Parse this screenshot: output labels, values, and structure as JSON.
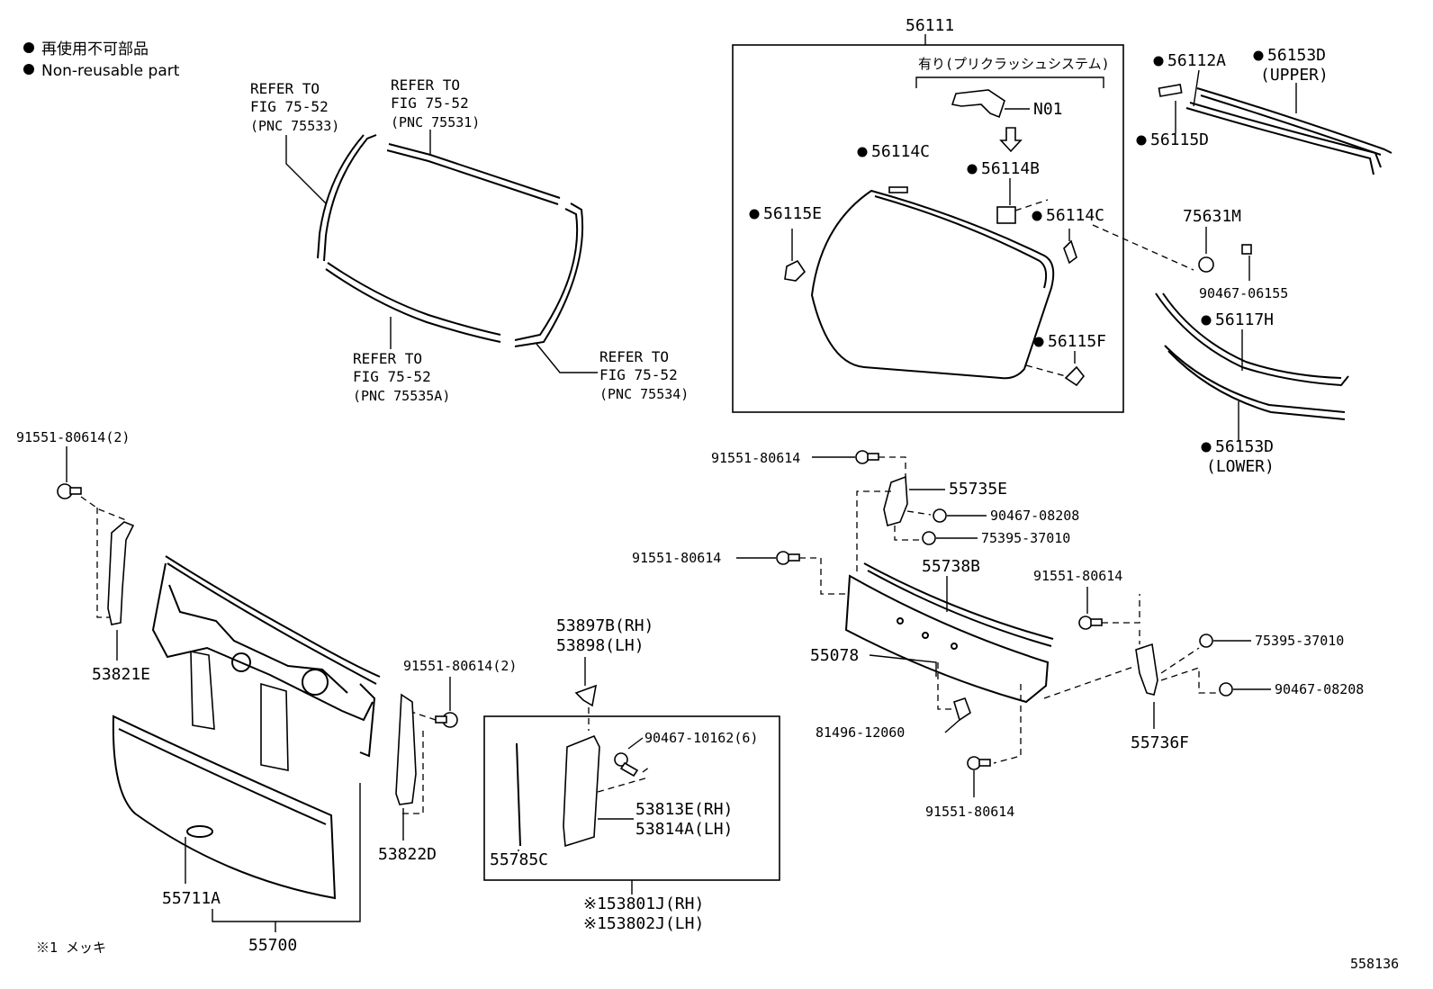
{
  "legend": {
    "line1": "再使用不可部品",
    "line2": "Non-reusable part"
  },
  "refs": {
    "r1": {
      "a": "REFER TO",
      "b": "FIG 75-52",
      "c": "(PNC 75533)"
    },
    "r2": {
      "a": "REFER TO",
      "b": "FIG 75-52",
      "c": "(PNC 75531)"
    },
    "r3": {
      "a": "REFER TO",
      "b": "FIG 75-52",
      "c": "(PNC 75535A)"
    },
    "r4": {
      "a": "REFER TO",
      "b": "FIG 75-52",
      "c": "(PNC 75534)"
    }
  },
  "windshield": {
    "group": "56111",
    "option_note": "有り(プリクラッシュシステム)",
    "n01": "N01",
    "p56114C_a": "56114C",
    "p56114B": "56114B",
    "p56115E": "56115E",
    "p56114C_b": "56114C",
    "p56115F": "56115F"
  },
  "moulding": {
    "p56112A": "56112A",
    "p56153D_upper": "56153D",
    "upper": "(UPPER)",
    "p56115D": "56115D",
    "p75631M": "75631M",
    "p90467_06155": "90467-06155",
    "p56117H": "56117H",
    "p56153D_lower": "56153D",
    "lower": "(LOWER)"
  },
  "cowl_left": {
    "bolt_2a": "91551-80614(2)",
    "p53821E": "53821E",
    "bolt_2b": "91551-80614(2)",
    "p53822D": "53822D",
    "p55711A": "55711A",
    "p55700": "55700"
  },
  "pillar": {
    "p53897B": "53897B(RH)",
    "p53898": "53898(LH)",
    "clip": "90467-10162(6)",
    "p53813E": "53813E(RH)",
    "p53814A": "53814A(LH)",
    "p55785C": "55785C",
    "p53801J": "※153801J(RH)",
    "p53802J": "※153802J(LH)",
    "footnote": "※1 メッキ"
  },
  "cowl_right": {
    "bolt_a": "91551-80614",
    "p55735E": "55735E",
    "clip_a": "90467-08208",
    "clip_b": "75395-37010",
    "bolt_b": "91551-80614",
    "p55738B": "55738B",
    "bolt_c": "91551-80614",
    "clip_c": "75395-37010",
    "p55078": "55078",
    "clip_d": "90467-08208",
    "p81496": "81496-12060",
    "p55736F": "55736F",
    "bolt_d": "91551-80614"
  },
  "diagram_id": "558136"
}
